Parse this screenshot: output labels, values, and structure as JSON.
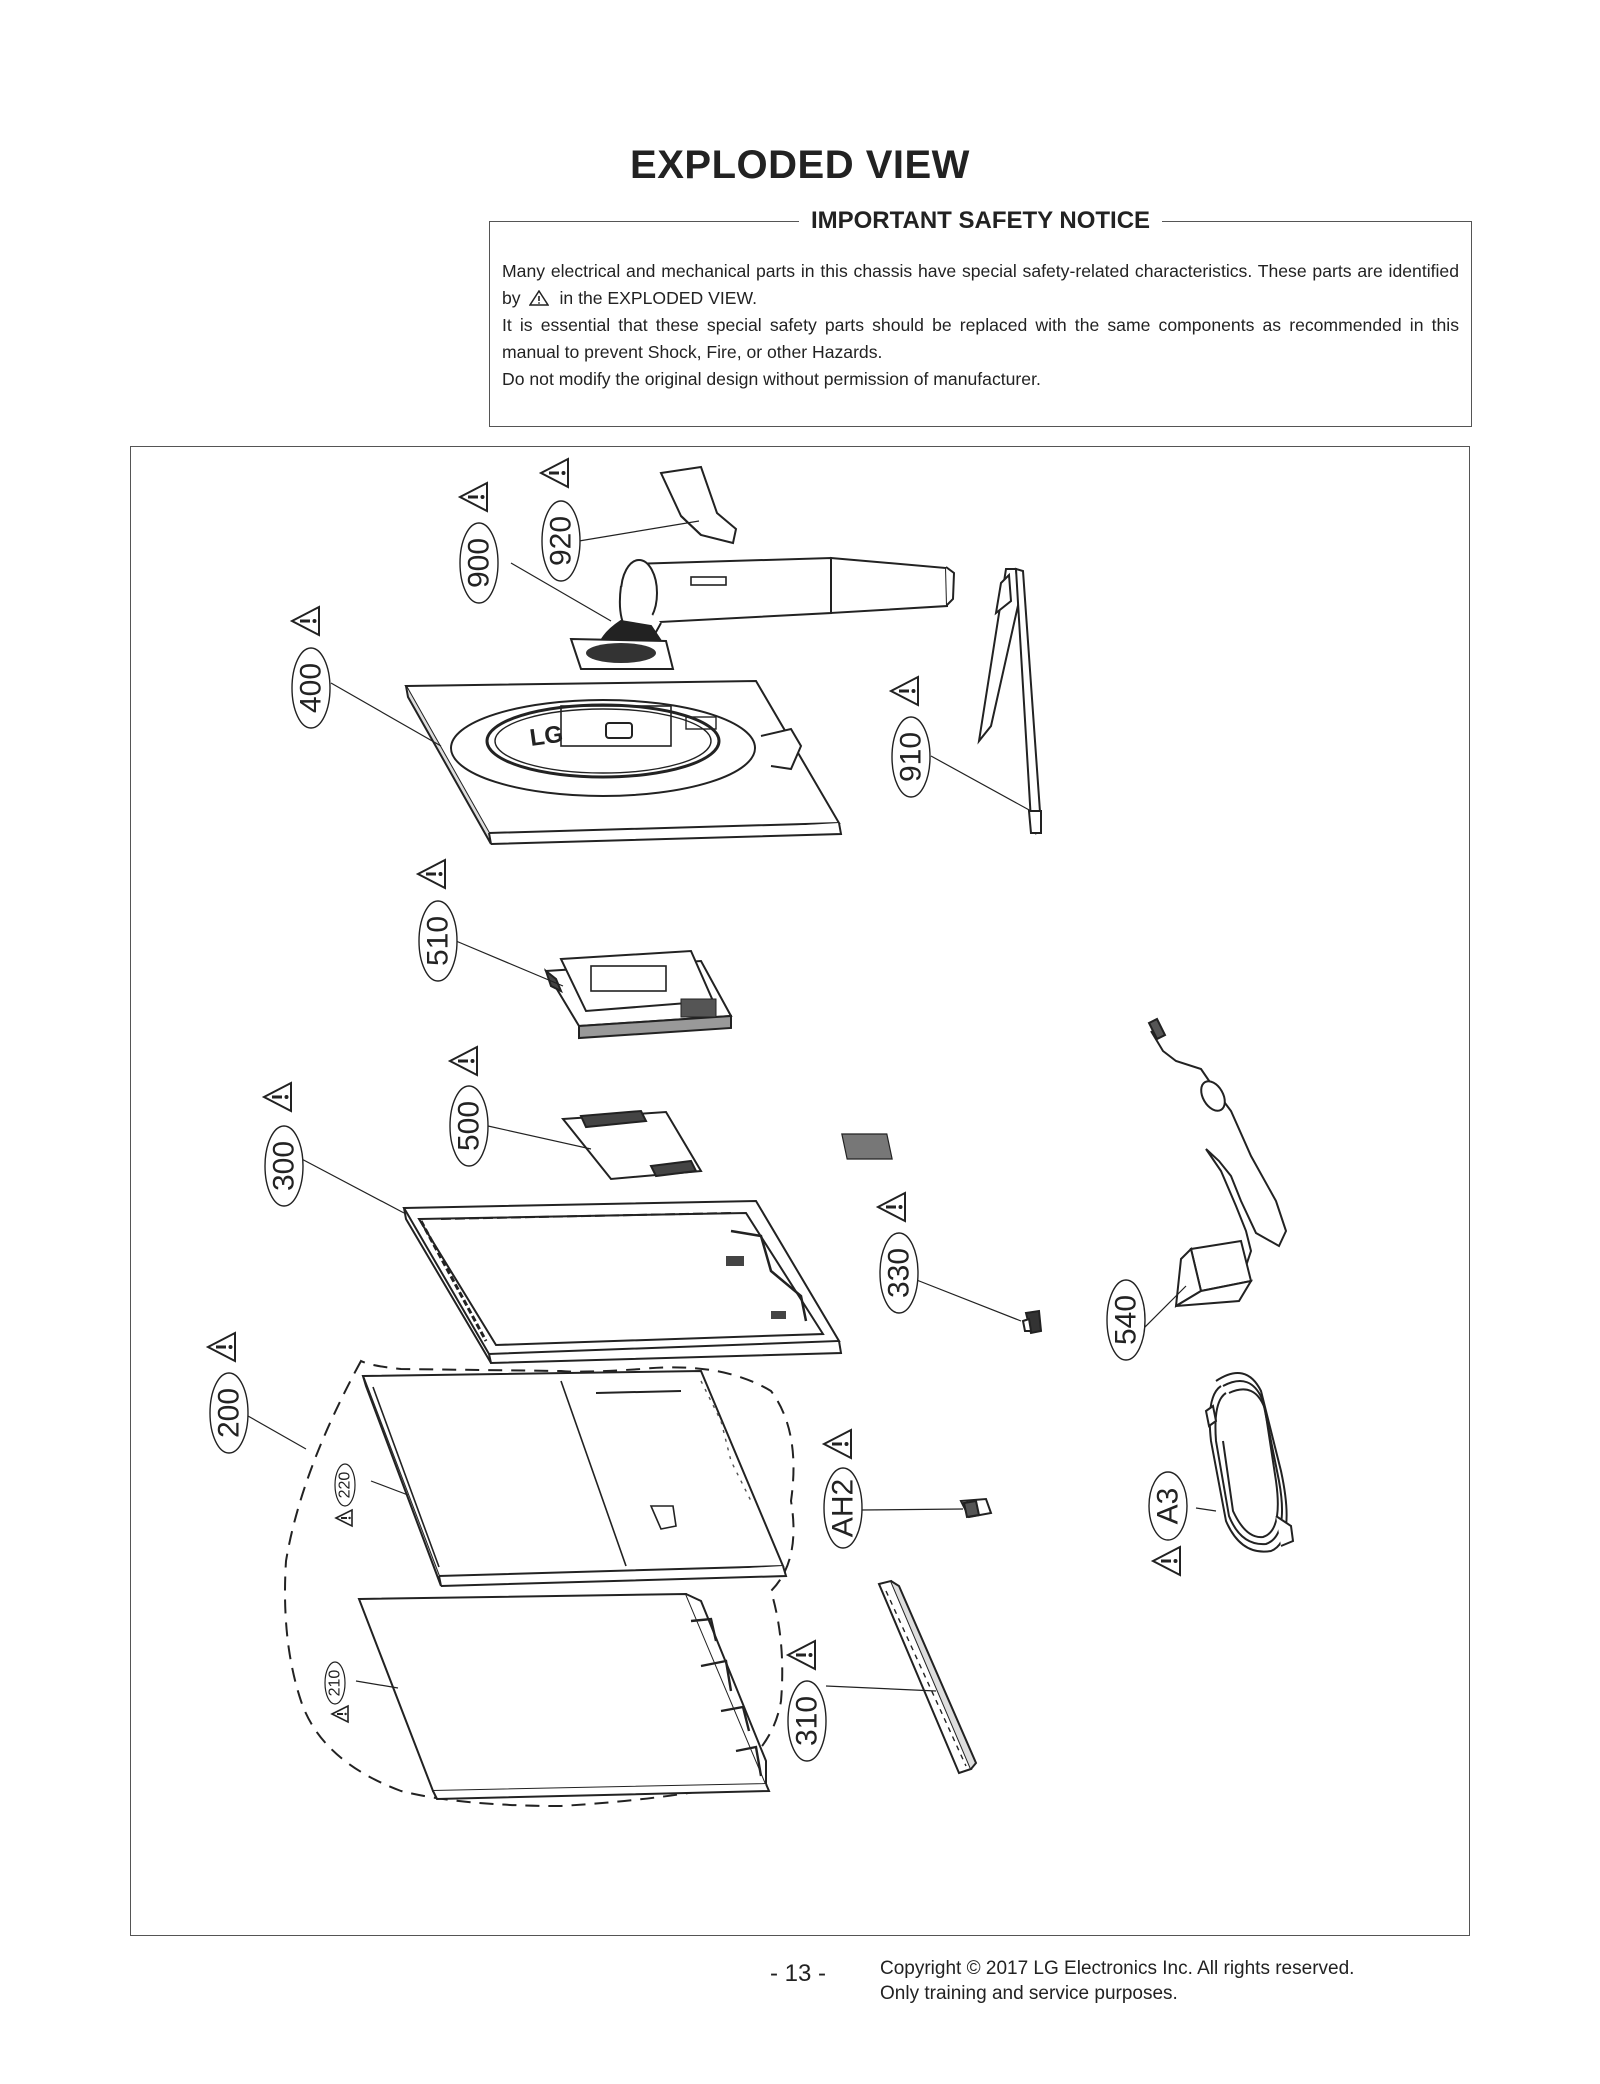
{
  "page": {
    "title": "EXPLODED VIEW"
  },
  "notice": {
    "heading": "IMPORTANT SAFETY NOTICE",
    "line1_a": "Many electrical and mechanical parts in this chassis have special safety-related characteristics. These parts are identified by",
    "line1_b": "in the  EXPLODED VIEW.",
    "line2": "It is essential that these special safety parts should be replaced with the same components as recommended in this manual to prevent Shock, Fire, or other Hazards.",
    "line3": "Do not modify the original design without permission of manufacturer."
  },
  "parts": {
    "p920": "920",
    "p900": "900",
    "p400": "400",
    "p910": "910",
    "p510": "510",
    "p500": "500",
    "p300": "300",
    "p330": "330",
    "p540": "540",
    "p200": "200",
    "p220": "220",
    "pAH2": "AH2",
    "pA3": "A3",
    "p210": "210",
    "p310": "310"
  },
  "footer": {
    "page_number": "- 13 -",
    "copyright": "Copyright © 2017 LG Electronics Inc. All rights reserved.",
    "purpose": "Only training and service purposes."
  }
}
